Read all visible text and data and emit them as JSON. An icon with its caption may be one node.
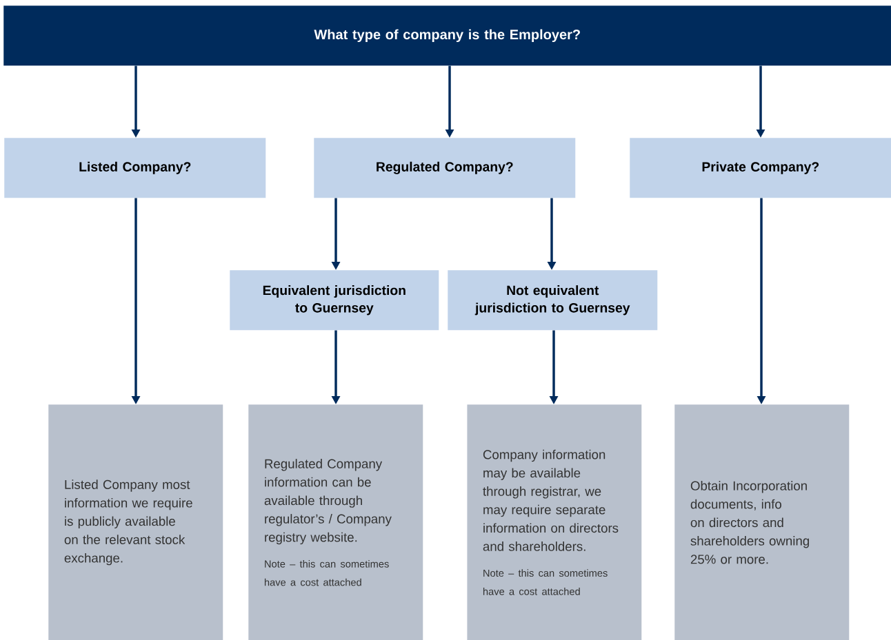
{
  "diagram": {
    "nodes": [
      {
        "text": [
          "What type of company is the Employer?"
        ]
      },
      {
        "text": [
          "Listed Company?"
        ]
      },
      {
        "text": [
          "Regulated Company?"
        ]
      },
      {
        "text": [
          "Private Company?"
        ]
      },
      {
        "text": [
          "Equivalent jurisdiction to Guernsey"
        ]
      },
      {
        "text": [
          "Not equivalent jurisdiction to Guernsey"
        ]
      },
      {
        "text": [
          "Listed Company most information we require is publicly available on the relevant stock exchange."
        ]
      },
      {
        "text": [
          "Regulated Company information can be available through regulator’s / Company registry website.",
          "Note – this can sometimes have a cost attached"
        ]
      },
      {
        "text": [
          "Company information may be available through registrar, we may require separate information on directors and shareholders.",
          "Note – this can sometimes have a cost attached"
        ]
      },
      {
        "text": [
          "Obtain Incorporation documents, info on directors and shareholders owning 25% or more."
        ]
      }
    ],
    "edges": [
      {
        "from": 0,
        "to": 1,
        "arrow": "to"
      },
      {
        "from": 0,
        "to": 2,
        "arrow": "to"
      },
      {
        "from": 0,
        "to": 3,
        "arrow": "to"
      },
      {
        "from": 1,
        "to": 6,
        "arrow": "to"
      },
      {
        "from": 2,
        "to": 4,
        "arrow": "to"
      },
      {
        "from": 2,
        "to": 5,
        "arrow": "to"
      },
      {
        "from": 4,
        "to": 7,
        "arrow": "to"
      },
      {
        "from": 5,
        "to": 8,
        "arrow": "to"
      },
      {
        "from": 3,
        "to": 9,
        "arrow": "to"
      }
    ]
  }
}
